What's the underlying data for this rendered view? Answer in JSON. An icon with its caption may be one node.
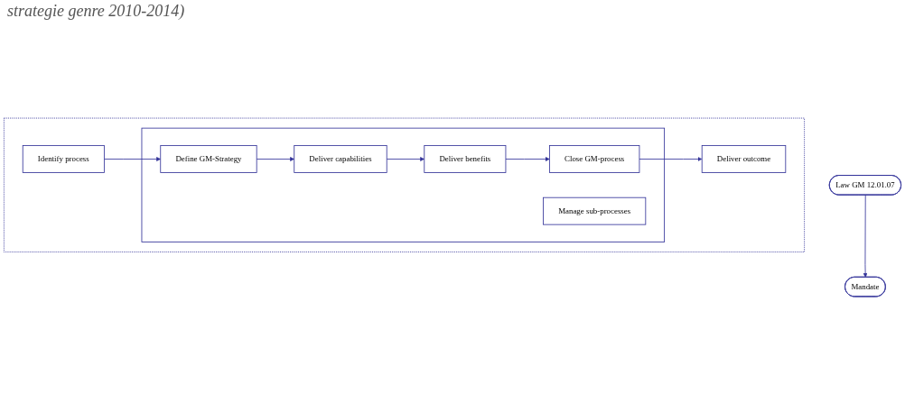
{
  "diagram": {
    "nodes": [
      {
        "text": [
          "Law GM 12.01.07"
        ]
      },
      {
        "text": [
          "Mandate"
        ]
      },
      {
        "text": [],
        "shape": "box"
      },
      {
        "text": [
          "Identify process"
        ],
        "in": 2
      },
      {
        "text": [
          "Deliver outcome"
        ],
        "in": 2
      },
      {
        "text": [],
        "shape": "box",
        "in": 2
      },
      {
        "text": [
          "Define GM-Strategy"
        ],
        "in": 5
      },
      {
        "text": [
          "Close GM-process"
        ],
        "in": 5
      },
      {
        "text": [
          "Manage sub-processes"
        ],
        "in": 5
      },
      {
        "text": [
          "Deliver capabilities"
        ],
        "in": 5
      },
      {
        "text": [
          "Deliver benefits"
        ],
        "in": 5
      }
    ],
    "edges": [
      {
        "from": 0,
        "to": 1,
        "arrow": "to"
      },
      {
        "from": 3,
        "to": 6,
        "arrow": "to"
      },
      {
        "from": 6,
        "to": 9,
        "arrow": "to"
      },
      {
        "from": 9,
        "to": 10,
        "arrow": "to"
      },
      {
        "from": 10,
        "to": 7,
        "arrow": "to"
      },
      {
        "from": 7,
        "to": 4,
        "arrow": "to"
      }
    ],
    "labels": [
      "strategie genre 2010-2014)"
    ]
  }
}
